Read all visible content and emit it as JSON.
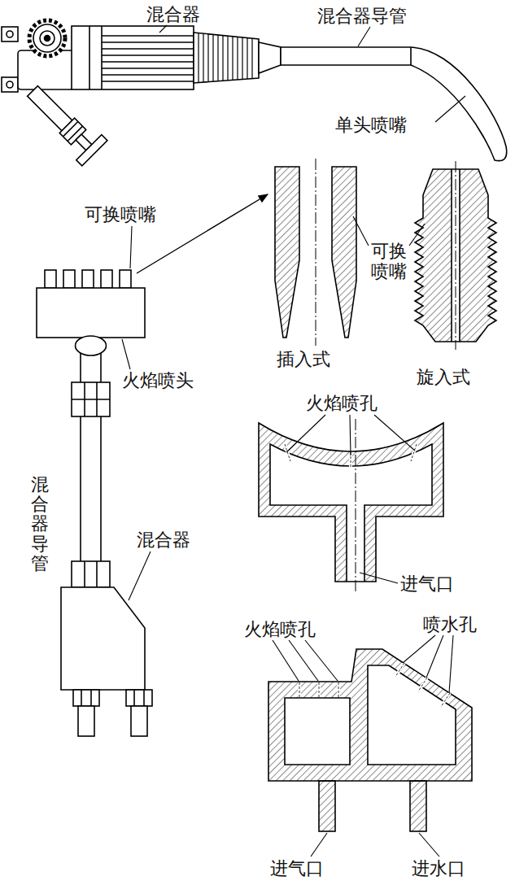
{
  "diagram": {
    "labels": [
      "混合器",
      "混合器导管",
      "单头喷嘴",
      "可换喷嘴",
      "可换 喷嘴",
      "插入式",
      "旋入式",
      "火焰喷孔",
      "火焰喷头",
      "混合器导管",
      "混合器",
      "进气口",
      "喷水孔",
      "火焰喷孔",
      "进气口",
      "进水口"
    ]
  }
}
